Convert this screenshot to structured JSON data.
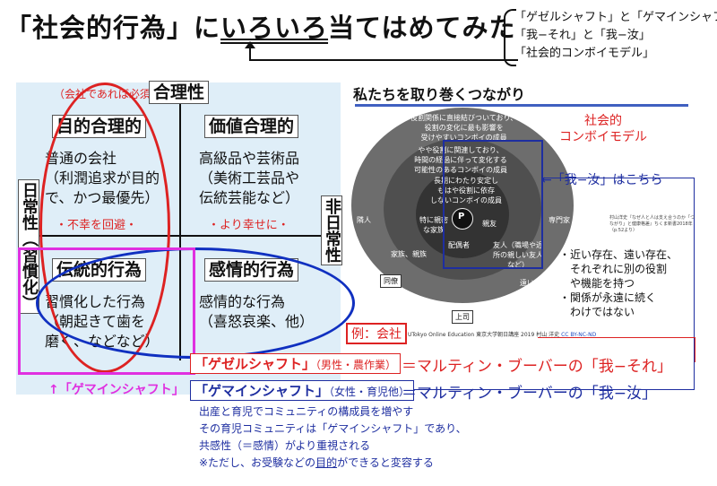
{
  "title": {
    "part1": "「社会的行為」に",
    "underlined": "いろいろ",
    "part2": "当てはめてみた"
  },
  "refs": [
    "「ゲゼルシャフト」と「ゲマインシャフト」",
    "「我−それ」と「我−汝」",
    "「社会的コンボイモデル」"
  ],
  "matrix": {
    "top_note": "（会社であれば必須）",
    "top_label": "合理性",
    "left_label": "日常性（習慣化）",
    "right_label": "非日常性",
    "q1": {
      "title": "目的合理的",
      "lines": [
        "普通の会社",
        "（利潤追求が目的",
        "で、かつ最優先）"
      ],
      "note": "・不幸を回避・"
    },
    "q2": {
      "title": "価値合理的",
      "lines": [
        "高級品や芸術品",
        "（美術工芸品や",
        "伝統芸能など）"
      ],
      "note": "・より幸せに・"
    },
    "q3": {
      "title": "伝統的行為",
      "lines": [
        "習慣化した行為",
        "（朝起きて歯を",
        "磨く、などなど）"
      ]
    },
    "q4": {
      "title": "感情的行為",
      "lines": [
        "感情的な行為",
        "（喜怒哀楽、他）"
      ]
    }
  },
  "diagram": {
    "title": "私たちを取り巻くつながり",
    "outer_text": [
      "役割関係に直接結びついており、",
      "役割の変化に最も影響を",
      "受けやすいコンボイの成員"
    ],
    "middle_text": [
      "やや役割に関連しており、",
      "時間の経過に伴って変化する",
      "可能性のあるコンボイの成員"
    ],
    "inner_text": [
      "長期にわたり安定し",
      "もはや役割に依存",
      "しないコンボイの成員"
    ],
    "center": "P",
    "labels": {
      "neighbor": "隣人",
      "expert": "専門家",
      "close_family": "特に親密な家族",
      "best_friend": "親友",
      "family_relatives": "家族、親族",
      "spouse": "配偶者",
      "friend": "友人（職場や近所の親しい友人など）",
      "colleague": "同僚",
      "boss": "上司",
      "work_friend": "遠い親戚"
    },
    "convoy_title": [
      "社会的",
      "コンボイモデル"
    ],
    "thou_label": "←「我−汝」はこちら",
    "small_note": "村山洋史『なぜ人と人は支え合うのか「つながり」と健康格差』ちくま新書2018年（p.52より）",
    "bullets": [
      "・近い存在、遠い存在、",
      "　それぞれに別の役割",
      "　や機能を持つ",
      "・関係が永遠に続く",
      "　わけではない"
    ],
    "example": "例：会社",
    "credit": "UTokyo Online Education 東京大学朝日講座 2019 村山 洋史",
    "license": "CC BY-NC-ND"
  },
  "bottom": {
    "gesell": "「ゲゼルシャフト」",
    "gesell_sub": "（男性・農作業）",
    "gesell_eq": "＝マルティン・ブーバーの「我−それ」",
    "gemein_left": "「ゲマインシャフト」",
    "gemein": "「ゲマインシャフト」",
    "gemein_sub": "（女性・育児他）",
    "gemein_eq": "＝マルティン・ブーバーの「我−汝」",
    "notes": [
      "出産と育児でコミュニティの構成員を増やす",
      "その育児コミュニティは「ゲマインシャフト」であり、",
      "共感性（＝感情）がより重視される"
    ],
    "note_last_pre": "※ただし、お受験などの",
    "note_last_u": "目的",
    "note_last_post": "ができると変容する"
  },
  "colors": {
    "red": "#d22222",
    "blue": "#1e2ea0",
    "magenta": "#e030e0",
    "panel": "#dfeef8"
  }
}
